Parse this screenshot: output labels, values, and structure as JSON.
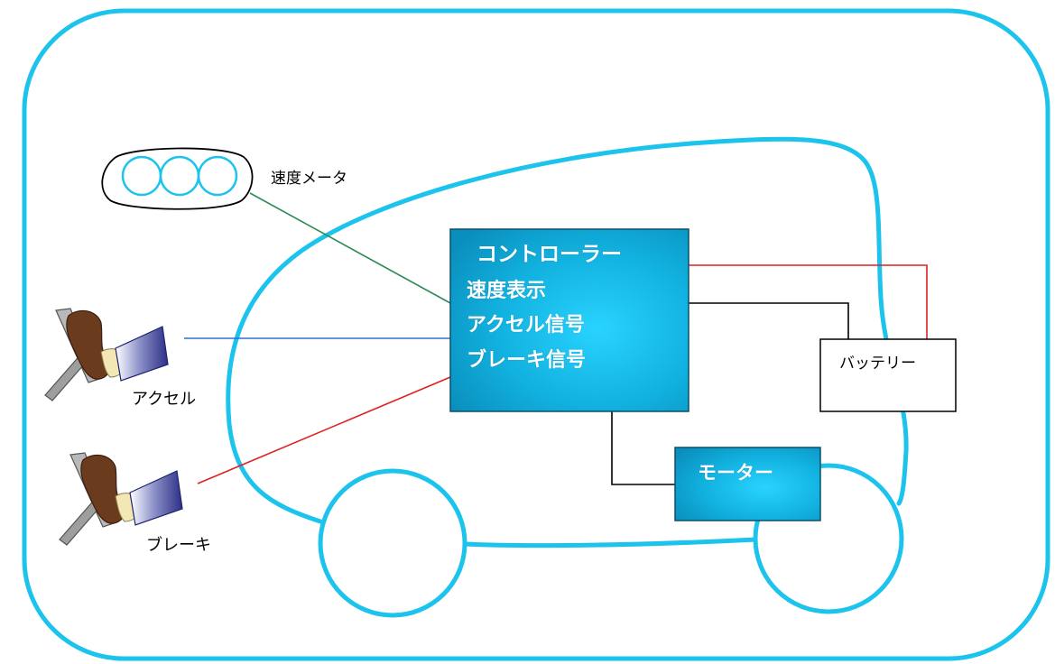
{
  "diagram": {
    "speedometer_label": "速度メータ",
    "accel_label": "アクセル",
    "brake_label": "ブレーキ",
    "controller": {
      "title": "コントローラー",
      "lines": [
        "速度表示",
        "アクセル信号",
        "ブレーキ信号"
      ]
    },
    "battery_label": "バッテリー",
    "motor_label": "モーター"
  },
  "colors": {
    "frame": "#1cc3ec",
    "box_dark": "#0a95c2",
    "box_light": "#18c6f2",
    "speed_wire": "#2e8b57",
    "accel_wire": "#2f6fd6",
    "brake_wire": "#e02020",
    "power_wire": "#e02020",
    "black_wire": "#000000"
  },
  "icons": {
    "accel_pedal": "foot-on-pedal-icon",
    "brake_pedal": "foot-on-pedal-icon",
    "speedometer": "triple-dial-gauge-icon"
  }
}
